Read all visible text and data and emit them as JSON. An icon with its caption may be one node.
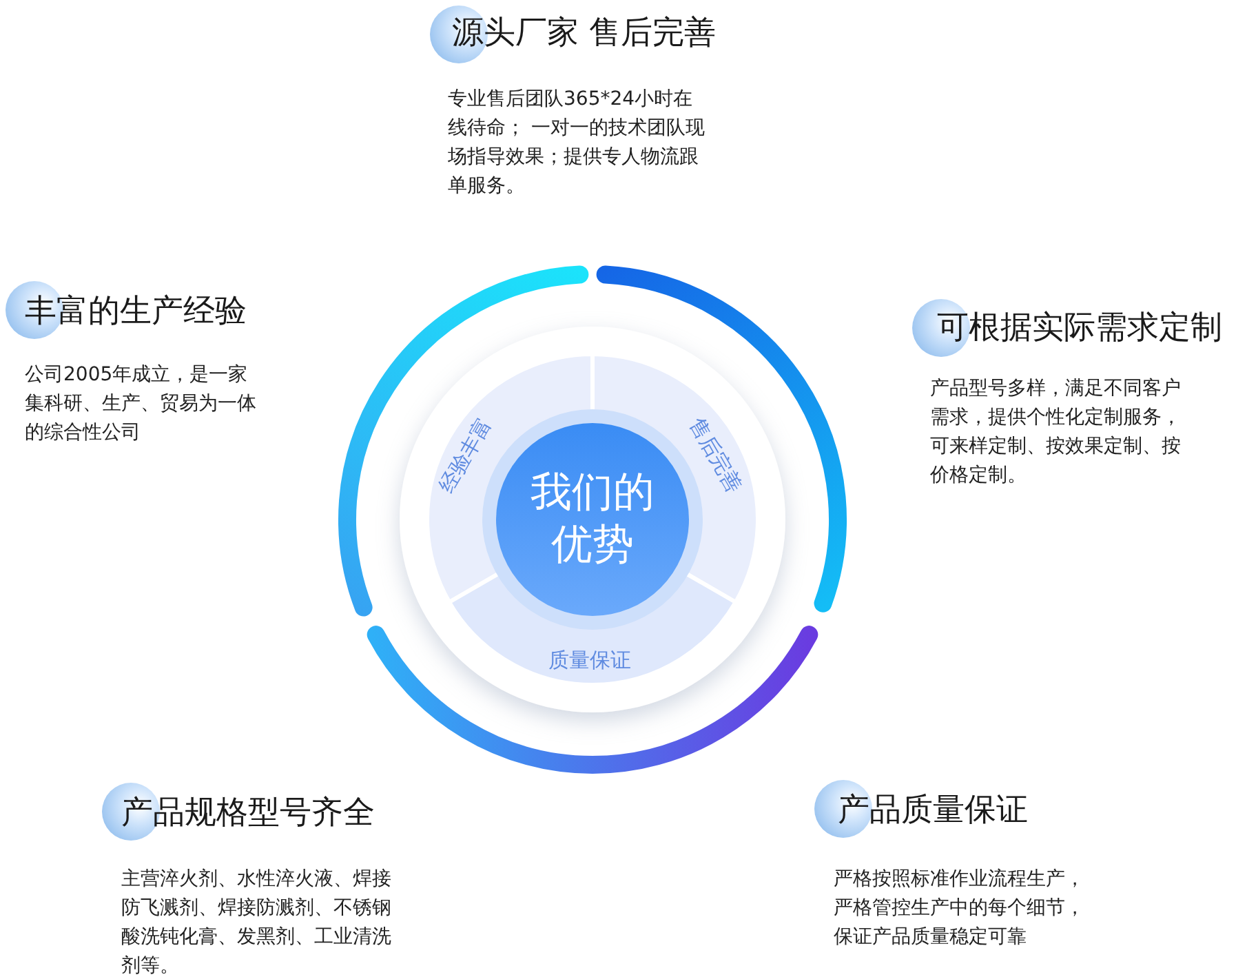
{
  "diagram": {
    "nodes": [
      {
        "text": [
          "源头厂家 售后完善",
          "专业售后团队365*24小时在线待命； 一对一的技术团队现场指导效果；提供专人物流跟单服务。"
        ]
      },
      {
        "text": [
          "丰富的生产经验",
          "公司2005年成立，是一家集科研、生产、贸易为一体的综合性公司"
        ]
      },
      {
        "text": [
          "可根据实际需求定制",
          "产品型号多样，满足不同客户需求，提供个性化定制服务，可来样定制、按效果定制、按价格定制。"
        ]
      },
      {
        "text": [
          "经验丰富"
        ]
      },
      {
        "text": [
          "售后完善"
        ]
      },
      {
        "text": [
          "我们的优势"
        ]
      },
      {
        "text": [
          "质量保证"
        ]
      },
      {
        "text": [
          "产品规格型号齐全",
          "主营淬火剂、水性淬火液、焊接防飞溅剂、焊接防溅剂、不锈钢酸洗钝化膏、发黑剂、工业清洗剂等。"
        ]
      },
      {
        "text": [
          "产品质量保证",
          "严格按照标准作业流程生产，严格管控生产中的每个细节，保证产品质量稳定可靠"
        ]
      }
    ]
  }
}
